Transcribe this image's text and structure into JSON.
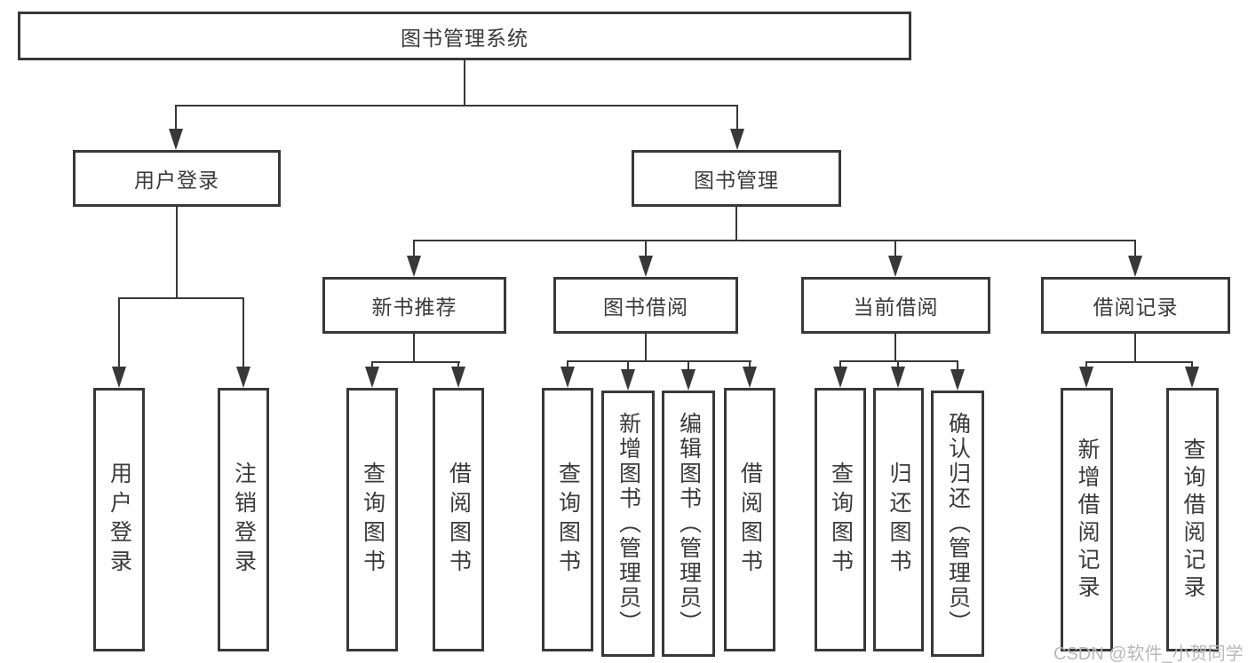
{
  "diagram": {
    "title": "图书管理系统",
    "branches": [
      {
        "label": "用户登录",
        "children": [
          "用户登录",
          "注销登录"
        ]
      },
      {
        "label": "图书管理",
        "children": [
          {
            "label": "新书推荐",
            "children": [
              "查询图书",
              "借阅图书"
            ]
          },
          {
            "label": "图书借阅",
            "children": [
              "查询图书",
              "新增图书（管理员）",
              "编辑图书（管理员）",
              "借阅图书"
            ]
          },
          {
            "label": "当前借阅",
            "children": [
              "查询图书",
              "归还图书",
              "确认归还（管理员）"
            ]
          },
          {
            "label": "借阅记录",
            "children": [
              "新增借阅记录",
              "查询借阅记录"
            ]
          }
        ]
      }
    ],
    "colors": {
      "line": "#383838",
      "text": "#3a3a3a",
      "watermark": "#b9b9b9"
    }
  },
  "watermark": {
    "text": "CSDN @软件_小贺同学"
  }
}
